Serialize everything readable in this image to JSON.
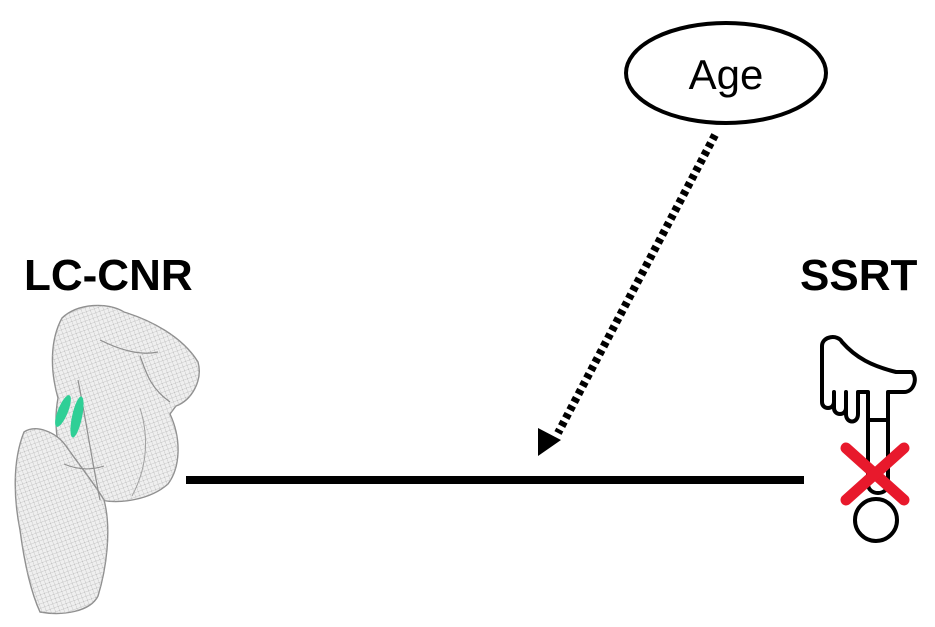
{
  "nodes": {
    "predictor": {
      "label": "LC-CNR",
      "icon": "brainstem-mesh-icon"
    },
    "outcome": {
      "label": "SSRT",
      "icon": "stop-pointing-hand-icon"
    },
    "moderator": {
      "label": "Age"
    }
  },
  "colors": {
    "line": "#000000",
    "lc_highlight": "#2fcf96",
    "stop_cross": "#e8192c",
    "mesh": "#9a9a9a"
  }
}
